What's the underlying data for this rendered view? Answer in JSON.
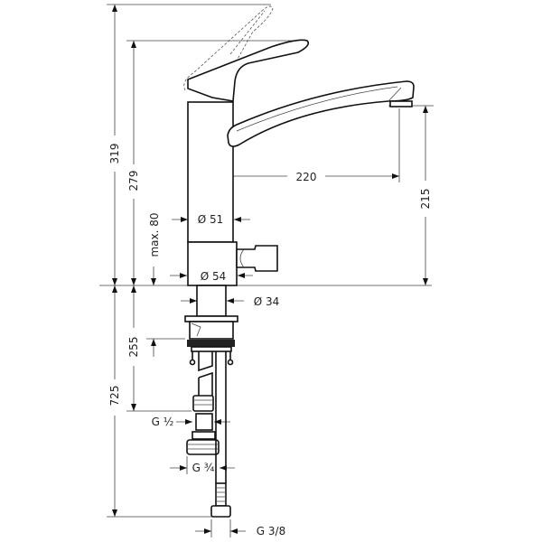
{
  "drawing": {
    "dimensions": {
      "total_height": "319",
      "handle_height": "279",
      "max_deck": "max. 80",
      "below_deck": "725",
      "shank_length": "255",
      "reach": "220",
      "spout_height": "215",
      "body_diameter": "Ø 51",
      "base_diameter": "Ø 54",
      "shank_diameter": "Ø 34",
      "thread_half": "G ½",
      "thread_three_quarter": "G ¾",
      "thread_three_eighth": "G 3/8"
    },
    "colors": {
      "line": "#111111",
      "dimension": "#444444",
      "background": "#ffffff"
    }
  }
}
